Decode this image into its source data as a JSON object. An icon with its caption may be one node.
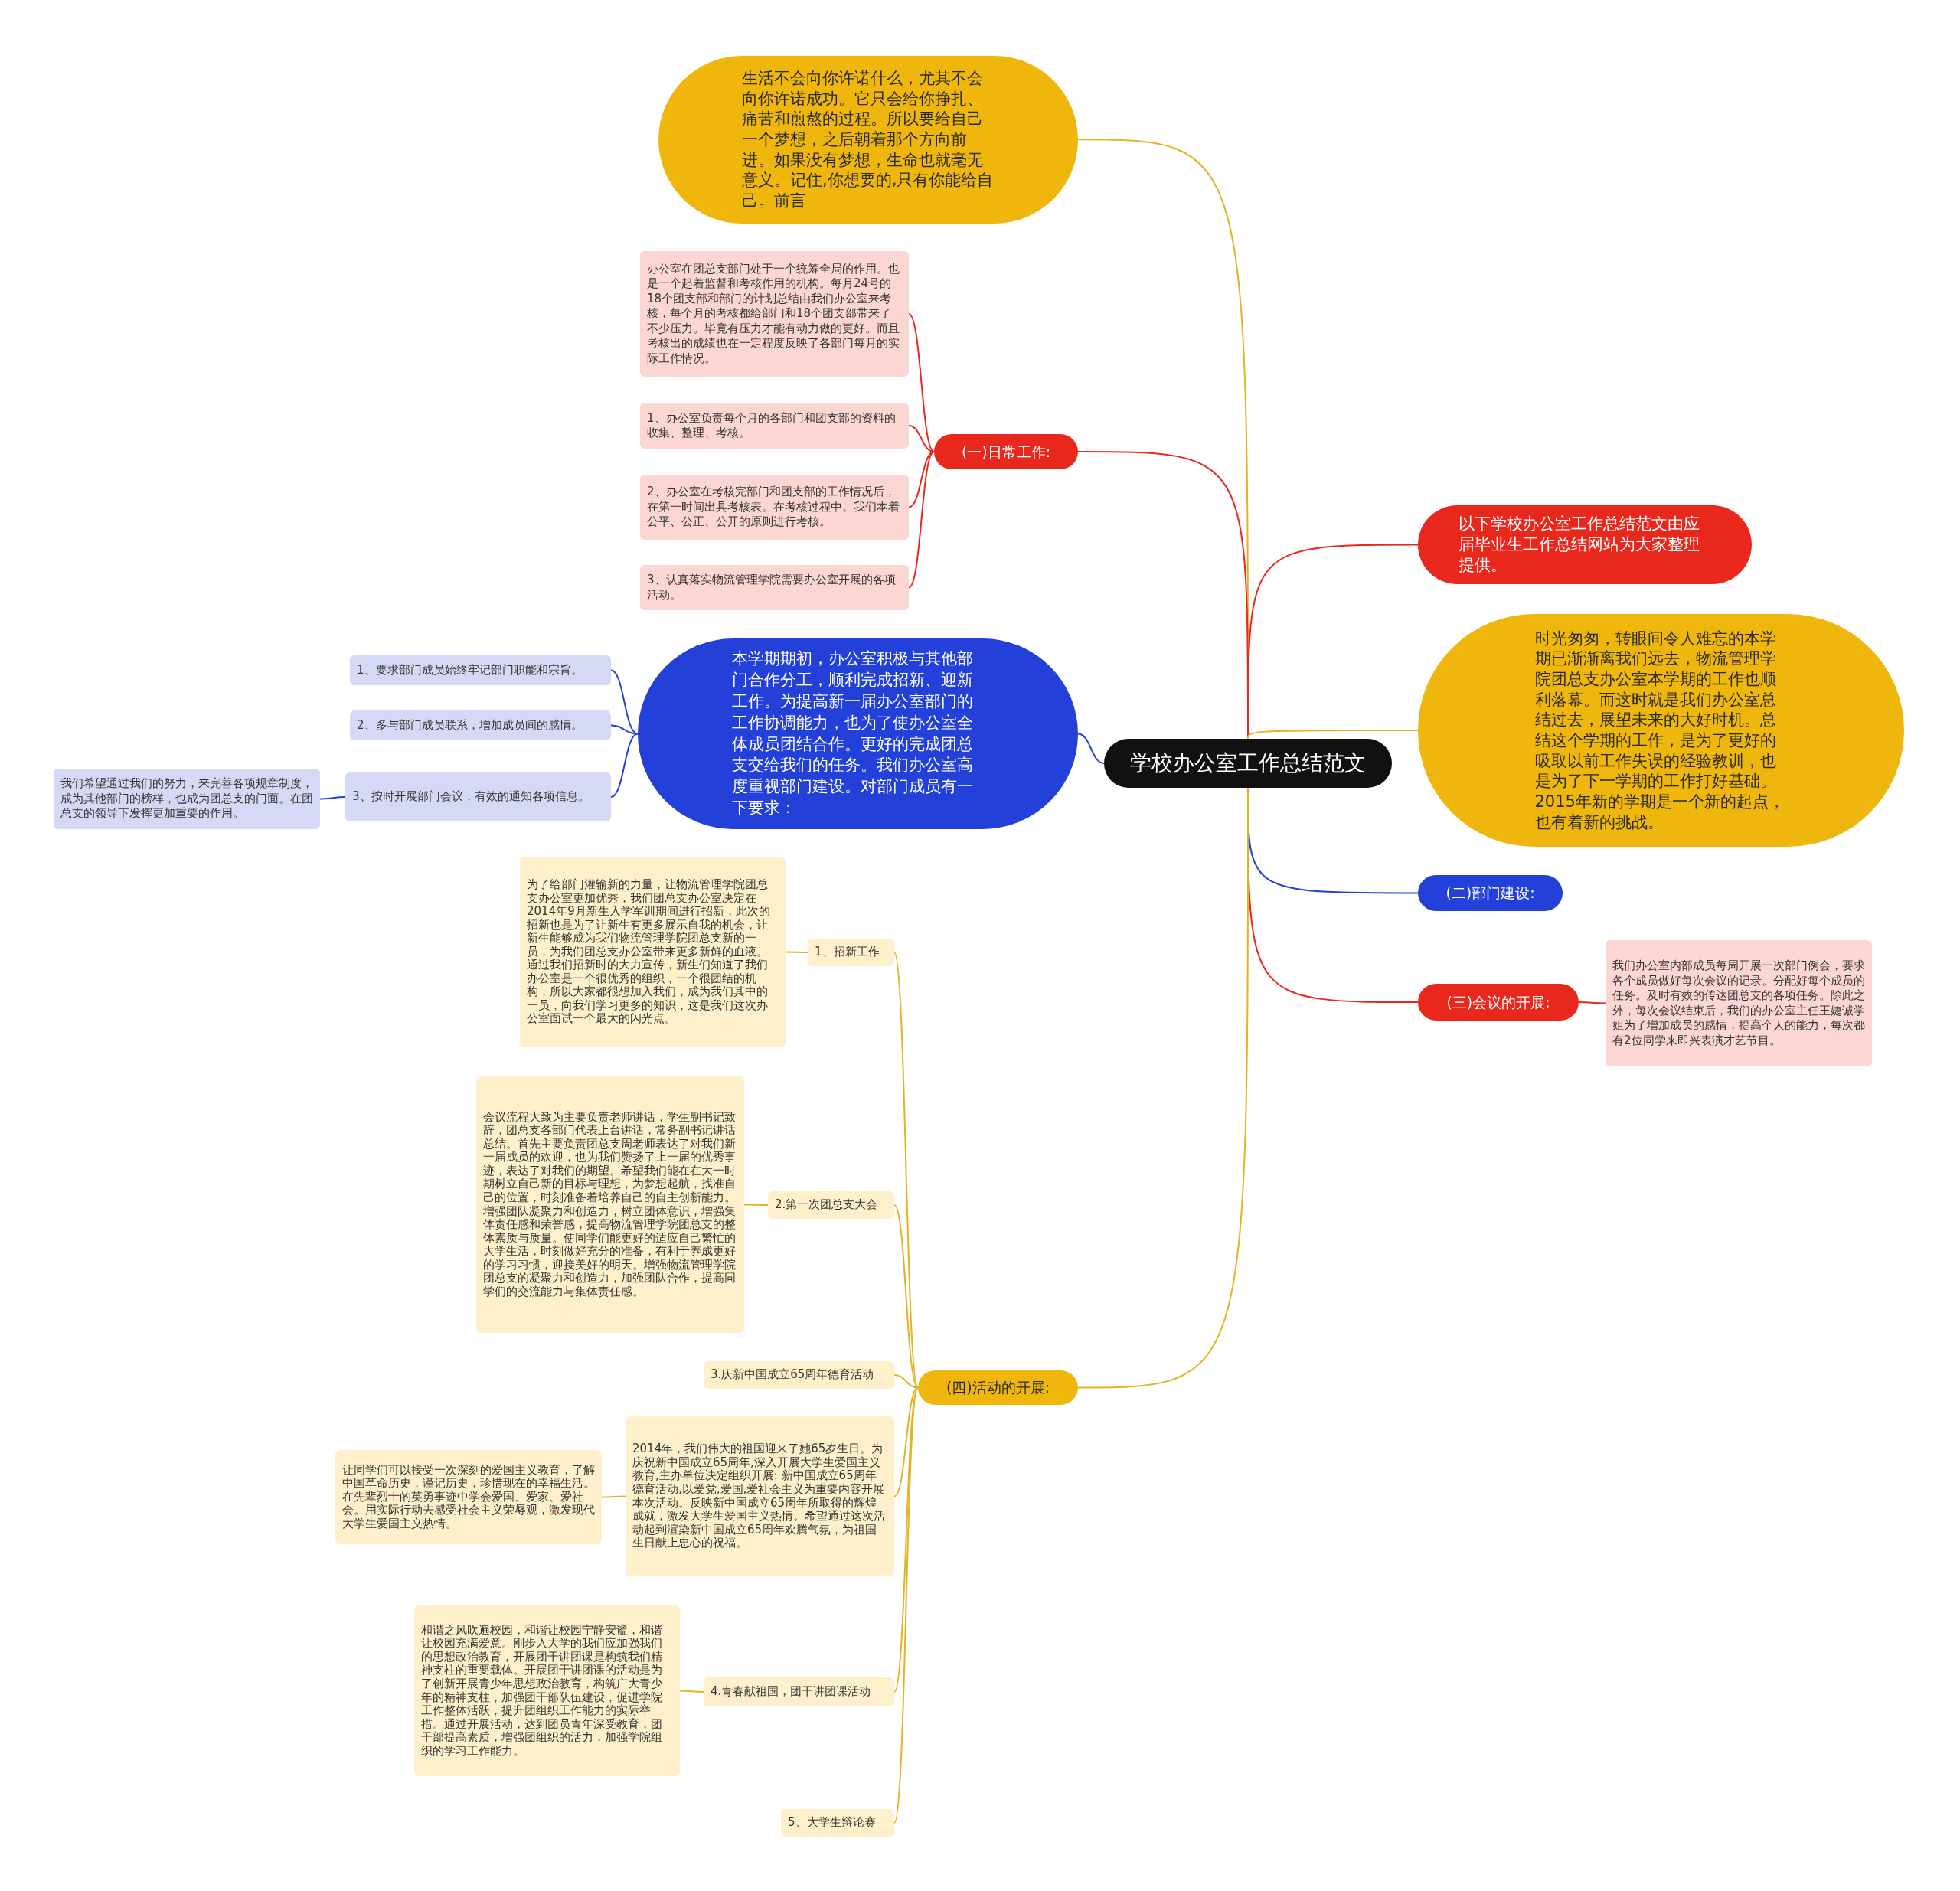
{
  "diagram": {
    "nodes": [
      {
        "text": [
          "学校办公室工作总结范文"
        ]
      },
      {
        "text": [
          "生活不会向你许诺什么，尤其不会向你许诺成功。它只会给你挣扎、痛苦和煎熬的过程。所以要给自己一个梦想，之后朝着那个方向前进。如果没有梦想，生命也就毫无意义。记住,你想要的,只有你能给自己。前言"
        ]
      },
      {
        "text": [
          "(一)日常工作:"
        ]
      },
      {
        "text": [
          "办公室在团总支部门处于一个统筹全局的作用。也是一个起着监督和考核作用的机构。每月24号的18个团支部和部门的计划总结由我们办公室来考核，每个月的考核都给部门和18个团支部带来了不少压力。毕竟有压力才能有动力做的更好。而且考核出的成绩也在一定程度反映了各部门每月的实际工作情况。"
        ]
      },
      {
        "text": [
          "1、办公室负责每个月的各部门和团支部的资料的收集、整理、考核。"
        ]
      },
      {
        "text": [
          "2、办公室在考核完部门和团支部的工作情况后，在第一时间出具考核表。在考核过程中。我们本着公平、公正、公开的原则进行考核。"
        ]
      },
      {
        "text": [
          "3、认真落实物流管理学院需要办公室开展的各项活动。"
        ]
      },
      {
        "text": [
          "以下学校办公室工作总结范文由应届毕业生工作总结网站为大家整理提供。"
        ]
      },
      {
        "text": [
          "时光匆匆，转眼间令人难忘的本学期已渐渐离我们远去，物流管理学院团总支办公室本学期的工作也顺利落幕。而这时就是我们办公室总结过去，展望未来的大好时机。总结这个学期的工作，是为了更好的吸取以前工作失误的经验教训，也是为了下一学期的工作打好基础。2015年新的学期是一个新的起点，也有着新的挑战。"
        ]
      },
      {
        "text": [
          "本学期期初，办公室积极与其他部门合作分工，顺利完成招新、迎新工作。为提高新一届办公室部门的工作协调能力，也为了使办公室全体成员团结合作。更好的完成团总支交给我们的任务。我们办公室高度重视部门建设。对部门成员有一下要求："
        ]
      },
      {
        "text": [
          "1、要求部门成员始终牢记部门职能和宗旨。"
        ]
      },
      {
        "text": [
          "2、多与部门成员联系，增加成员间的感情。"
        ]
      },
      {
        "text": [
          "3、按时开展部门会议，有效的通知各项信息。"
        ]
      },
      {
        "text": [
          "我们希望通过我们的努力，来完善各项规章制度，成为其他部门的榜样，也成为团总支的门面。在团总支的领导下发挥更加重要的作用。"
        ]
      },
      {
        "text": [
          "(二)部门建设:"
        ]
      },
      {
        "text": [
          "(三)会议的开展:"
        ]
      },
      {
        "text": [
          "我们办公室内部成员每周开展一次部门例会，要求各个成员做好每次会议的记录。分配好每个成员的任务。及时有效的传达团总支的各项任务。除此之外，每次会议结束后，我们的办公室主任王婕诚学姐为了增加成员的感情，提高个人的能力，每次都有2位同学来即兴表演才艺节目。"
        ]
      },
      {
        "text": [
          "(四)活动的开展:"
        ]
      },
      {
        "text": [
          "1、招新工作"
        ]
      },
      {
        "text": [
          "为了给部门灌输新的力量，让物流管理学院团总支办公室更加优秀，我们团总支办公室决定在2014年9月新生入学军训期间进行招新，此次的招新也是为了让新生有更多展示自我的机会，让新生能够成为我们物流管理学院团总支新的一员，为我们团总支办公室带来更多新鲜的血液。通过我们招新时的大力宣传，新生们知道了我们办公室是一个很优秀的组织，一个很团结的机构，所以大家都很想加入我们，成为我们其中的一员，向我们学习更多的知识，这是我们这次办公室面试一个最大的闪光点。"
        ]
      },
      {
        "text": [
          "2.第一次团总支大会"
        ]
      },
      {
        "text": [
          "会议流程大致为主要负责老师讲话，学生副书记致辞，团总支各部门代表上台讲话，常务副书记讲话总结。首先主要负责团总支周老师表达了对我们新一届成员的欢迎，也为我们赞扬了上一届的优秀事迹，表达了对我们的期望。希望我们能在在大一时期树立自己新的目标与理想，为梦想起航，找准自己的位置，时刻准备着培养自己的自主创新能力。增强团队凝聚力和创造力，树立团体意识，增强集体责任感和荣誉感，提高物流管理学院团总支的整体素质与质量。使同学们能更好的适应自己繁忙的大学生活，时刻做好充分的准备，有利于养成更好的学习习惯，迎接美好的明天。增强物流管理学院团总支的凝聚力和创造力，加强团队合作，提高同学们的交流能力与集体责任感。"
        ]
      },
      {
        "text": [
          "3.庆新中国成立65周年德育活动"
        ]
      },
      {
        "text": [
          "2014年，我们伟大的祖国迎来了她65岁生日。为庆祝新中国成立65周年,深入开展大学生爱国主义教育,主办单位决定组织开展: 新中国成立65周年德育活动,以爱党,爱国,爱社会主义为重要内容开展本次活动。反映新中国成立65周年所取得的辉煌成就，激发大学生爱国主义热情。希望通过这次活动起到渲染新中国成立65周年欢腾气氛，为祖国生日献上忠心的祝福。"
        ]
      },
      {
        "text": [
          "让同学们可以接受一次深刻的爱国主义教育，了解中国革命历史，谨记历史，珍惜现在的幸福生活。在先辈烈士的英勇事迹中学会爱国、爱家、爱社会。用实际行动去感受社会主义荣辱观，激发现代大学生爱国主义热情。"
        ]
      },
      {
        "text": [
          "4.青春献祖国，团干讲团课活动"
        ]
      },
      {
        "text": [
          "和谐之风吹遍校园，和谐让校园宁静安谧，和谐让校园充满爱意。刚步入大学的我们应加强我们的思想政治教育，开展团干讲团课是构筑我们精神支柱的重要载体。开展团干讲团课的活动是为了创新开展青少年思想政治教育，构筑广大青少年的精神支柱，加强团干部队伍建设，促进学院工作整体活跃，提升团组织工作能力的实际举措。通过开展活动，达到团员青年深受教育，团干部提高素质，增强团组织的活力，加强学院组织的学习工作能力。"
        ]
      },
      {
        "text": [
          "5、大学生辩论赛"
        ]
      }
    ],
    "edges": [
      {
        "from": 0,
        "to": 1,
        "arrow": "none"
      },
      {
        "from": 0,
        "to": 2,
        "arrow": "none",
        "color": "#e8281c"
      },
      {
        "from": 2,
        "to": 3,
        "arrow": "none",
        "color": "#e8281c"
      },
      {
        "from": 2,
        "to": 4,
        "arrow": "none",
        "color": "#e8281c"
      },
      {
        "from": 2,
        "to": 5,
        "arrow": "none",
        "color": "#e8281c"
      },
      {
        "from": 2,
        "to": 6,
        "arrow": "none",
        "color": "#e8281c"
      },
      {
        "from": 0,
        "to": 7,
        "arrow": "none",
        "color": "#e8281c"
      },
      {
        "from": 0,
        "to": 8,
        "arrow": "none"
      },
      {
        "from": 0,
        "to": 9,
        "arrow": "none",
        "color": "#2340d8"
      },
      {
        "from": 9,
        "to": 10,
        "arrow": "none",
        "color": "#2340d8"
      },
      {
        "from": 9,
        "to": 11,
        "arrow": "none",
        "color": "#2340d8"
      },
      {
        "from": 9,
        "to": 12,
        "arrow": "none",
        "color": "#2340d8"
      },
      {
        "from": 12,
        "to": 13,
        "arrow": "none",
        "color": "#2340d8"
      },
      {
        "from": 0,
        "to": 14,
        "arrow": "none",
        "color": "#2340d8"
      },
      {
        "from": 0,
        "to": 15,
        "arrow": "none",
        "color": "#e8281c"
      },
      {
        "from": 15,
        "to": 16,
        "arrow": "none",
        "color": "#e8281c"
      },
      {
        "from": 0,
        "to": 17,
        "arrow": "none"
      },
      {
        "from": 17,
        "to": 18,
        "arrow": "none"
      },
      {
        "from": 18,
        "to": 19,
        "arrow": "none"
      },
      {
        "from": 17,
        "to": 20,
        "arrow": "none"
      },
      {
        "from": 20,
        "to": 21,
        "arrow": "none"
      },
      {
        "from": 17,
        "to": 22,
        "arrow": "none"
      },
      {
        "from": 17,
        "to": 23,
        "arrow": "none"
      },
      {
        "from": 23,
        "to": 24,
        "arrow": "none"
      },
      {
        "from": 17,
        "to": 25,
        "arrow": "none"
      },
      {
        "from": 25,
        "to": 26,
        "arrow": "none"
      },
      {
        "from": 17,
        "to": 27,
        "arrow": "none"
      }
    ]
  }
}
